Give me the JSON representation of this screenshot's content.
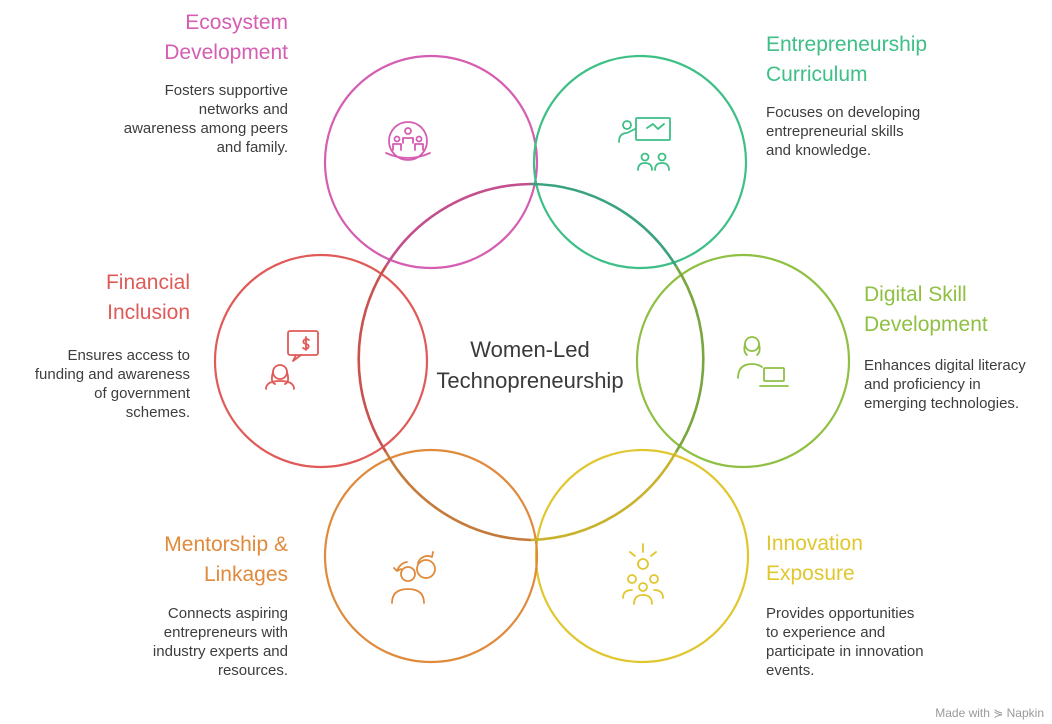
{
  "center": {
    "label": "Women-Led\nTechnopreneurship"
  },
  "colors": {
    "center": "#3a3a3a",
    "ecosystem": "#d55db2",
    "curriculum": "#3dbf86",
    "digital": "#8fc043",
    "innovation": "#e0c72f",
    "mentorship": "#e08a3c",
    "financial": "#e05a58"
  },
  "items": [
    {
      "key": "ecosystem",
      "title": "Ecosystem\nDevelopment",
      "description": "Fosters supportive\nnetworks and\nawareness among peers\nand family.",
      "icon": "community-globe-icon"
    },
    {
      "key": "curriculum",
      "title": "Entrepreneurship\nCurriculum",
      "description": "Focuses on developing\nentrepreneurial skills\nand knowledge.",
      "icon": "teacher-presentation-icon"
    },
    {
      "key": "digital",
      "title": "Digital Skill\nDevelopment",
      "description": "Enhances digital literacy\nand proficiency in\nemerging technologies.",
      "icon": "woman-laptop-icon"
    },
    {
      "key": "innovation",
      "title": "Innovation\nExposure",
      "description": "Provides opportunities\nto experience and\nparticipate in innovation\nevents.",
      "icon": "group-idea-icon"
    },
    {
      "key": "mentorship",
      "title": "Mentorship &\nLinkages",
      "description": "Connects aspiring\nentrepreneurs with\nindustry experts and\nresources.",
      "icon": "mentor-exchange-icon"
    },
    {
      "key": "financial",
      "title": "Financial\nInclusion",
      "description": "Ensures access to\nfunding and awareness\nof government\nschemes.",
      "icon": "woman-money-icon"
    }
  ],
  "watermark": "Made with ⋟ Napkin"
}
